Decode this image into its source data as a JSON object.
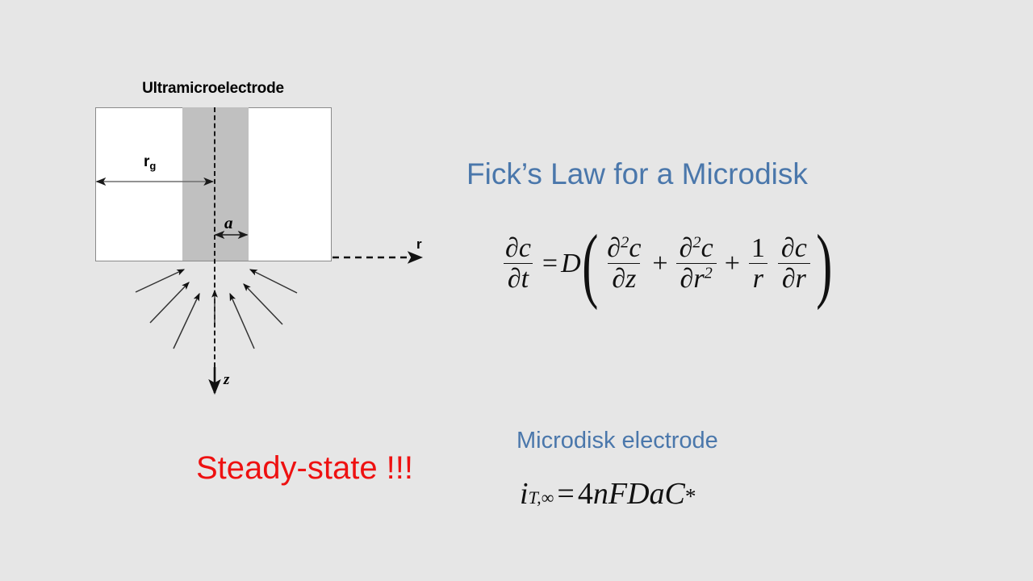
{
  "slide": {
    "background_color": "#e6e6e6",
    "accent_blue": "#4a77ab",
    "alert_red": "#ee1111",
    "sheath_gray": "#c0c0c0",
    "electrode_fill": "#ffffff",
    "outline_gray": "#8a8a8a"
  },
  "diagram": {
    "title": "Ultramicroelectrode",
    "label_rg_base": "r",
    "label_rg_sub": "g",
    "label_a": "a",
    "axis_r": "r",
    "axis_z": "z",
    "flux_arrow_count": 7
  },
  "ficks_law": {
    "heading": "Fick’s Law for a Microdisk",
    "equation_plain": "∂c/∂t = D(∂²c/∂z + ∂²c/∂r² + (1/r)∂c/∂r)",
    "lhs_num_partial": "∂",
    "lhs_num_var": "c",
    "lhs_den_partial": "∂",
    "lhs_den_var": "t",
    "equals": "=",
    "diffusion_coefficient": "D",
    "paren_open": "(",
    "paren_close": ")",
    "term1_num_partial": "∂",
    "term1_num_exp": "2",
    "term1_num_var": "c",
    "term1_den_partial": "∂",
    "term1_den_var": "z",
    "plus1": "+",
    "term2_num_partial": "∂",
    "term2_num_exp": "2",
    "term2_num_var": "c",
    "term2_den_partial": "∂",
    "term2_den_var": "r",
    "term2_den_exp": "2",
    "plus2": "+",
    "term3_num": "1",
    "term3_den": "r",
    "term4_num_partial": "∂",
    "term4_num_var": "c",
    "term4_den_partial": "∂",
    "term4_den_var": "r"
  },
  "microdisk": {
    "heading": "Microdisk electrode",
    "equation_plain": "i_{T,∞} = 4nFDaC*",
    "current_symbol": "i",
    "current_sub_T": "T,",
    "current_sub_inf": "∞",
    "equals": "=",
    "coefficient": "4",
    "electrons": "n",
    "faraday": "F",
    "diffusion": "D",
    "radius": "a",
    "concentration": "C",
    "bulk_star": "*"
  },
  "callout": {
    "steady_state": "Steady-state !!!"
  }
}
